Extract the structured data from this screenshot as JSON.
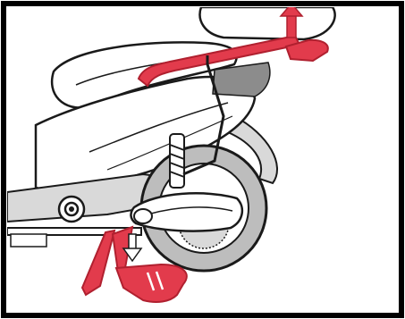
{
  "illustration": {
    "subject": "scooter-lift-stand",
    "colors": {
      "frame_border": "#000000",
      "outline": "#1a1a1a",
      "body_fill": "#ffffff",
      "body_shade": "#d9d9d9",
      "dark_shade": "#8c8c8c",
      "tire": "#bdbdbd",
      "highlight_red": "#e23b4c",
      "highlight_red_dark": "#b0202f"
    },
    "arrows": [
      {
        "name": "up-arrow",
        "direction": "up"
      },
      {
        "name": "down-arrow",
        "direction": "down"
      }
    ],
    "parts": [
      "luggage-rack",
      "saddle",
      "rear-body-panel",
      "rear-wheel",
      "exhaust-muffler",
      "rear-shock",
      "center-stand",
      "foot-pedal",
      "rear-footpeg"
    ]
  }
}
